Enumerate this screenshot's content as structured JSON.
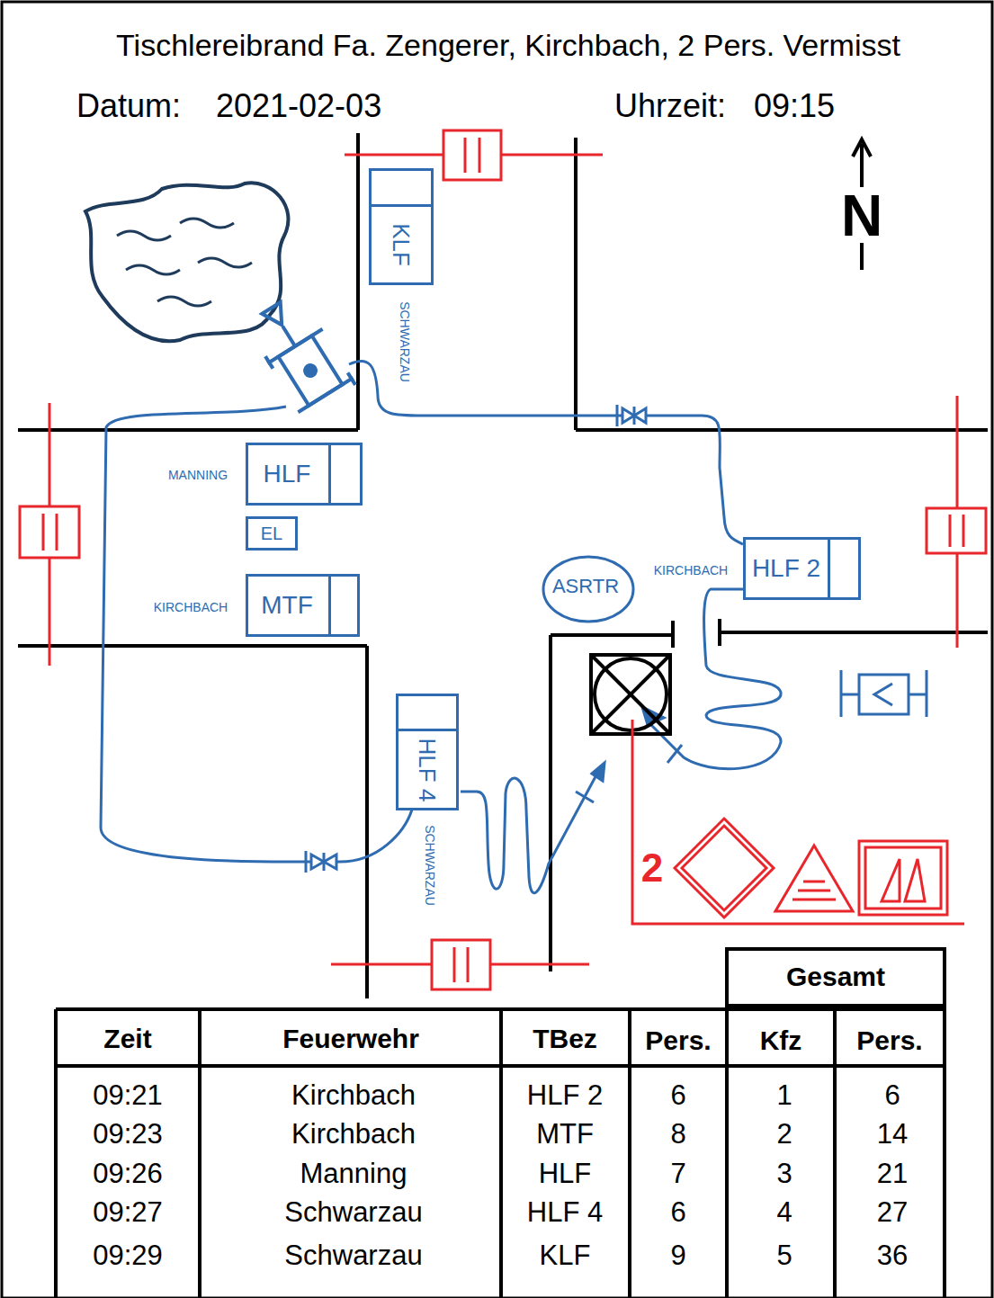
{
  "diagram": {
    "title": "Tischlereibrand Fa. Zengerer, Kirchbach, 2 Pers. Vermisst",
    "nodes": [
      {
        "text": [
          "KLF",
          "SCHWARZAU"
        ]
      },
      {
        "text": [
          "HLF",
          "MANNING"
        ]
      },
      {
        "text": [
          "EL"
        ]
      },
      {
        "text": [
          "MTF",
          "KIRCHBACH"
        ]
      },
      {
        "text": [
          "ASRTR"
        ]
      },
      {
        "text": [
          "HLF 2",
          "KIRCHBACH"
        ]
      },
      {
        "text": [
          "HLF 4",
          "SCHWARZAU"
        ]
      }
    ],
    "labels": [
      "Datum:",
      "2021-02-03",
      "Uhrzeit:",
      "09:15",
      "N",
      "2",
      "Gesamt",
      "Zeit",
      "Feuerwehr",
      "TBez",
      "Pers.",
      "Kfz",
      "Pers.",
      "09:21",
      "Kirchbach",
      "HLF 2",
      "6",
      "1",
      "6",
      "09:23",
      "Kirchbach",
      "MTF",
      "8",
      "2",
      "14",
      "09:26",
      "Manning",
      "HLF",
      "7",
      "3",
      "21",
      "09:27",
      "Schwarzau",
      "HLF 4",
      "6",
      "4",
      "27",
      "09:29",
      "Schwarzau",
      "KLF",
      "9",
      "5",
      "36"
    ]
  }
}
